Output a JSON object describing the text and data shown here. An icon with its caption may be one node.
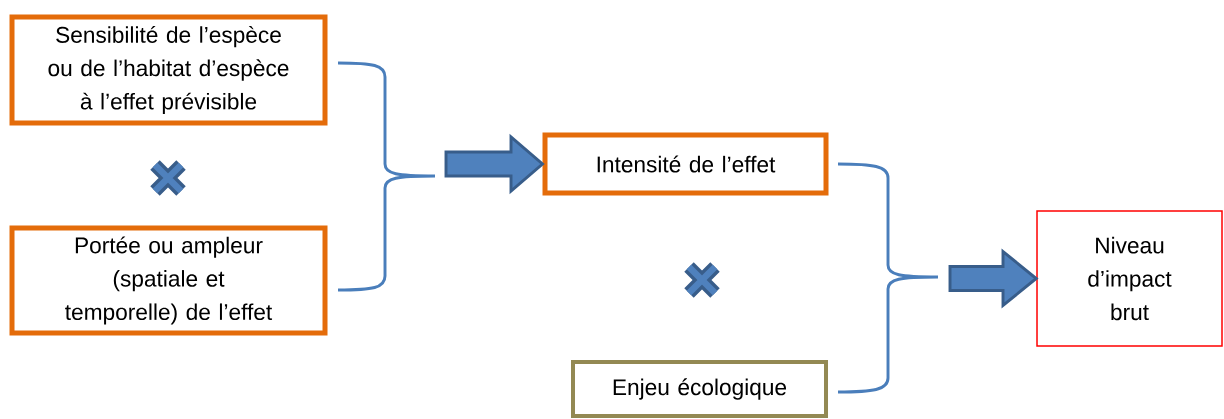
{
  "diagram": {
    "nodes": [
      {
        "text": [
          "Sensibilité de l’espèce ou de l’habitat d’espèce à l’effet prévisible"
        ]
      },
      {
        "text": [
          "Portée ou ampleur (spatiale et temporelle) de l’effet"
        ]
      },
      {
        "text": [
          "Intensité de l’effet"
        ]
      },
      {
        "text": [
          "Enjeu écologique"
        ]
      },
      {
        "text": [
          "Niveau d’impact brut"
        ]
      }
    ],
    "edges": [
      {
        "from": null,
        "to": 2,
        "arrow": "to"
      },
      {
        "from": null,
        "to": 4,
        "arrow": "to"
      }
    ]
  }
}
